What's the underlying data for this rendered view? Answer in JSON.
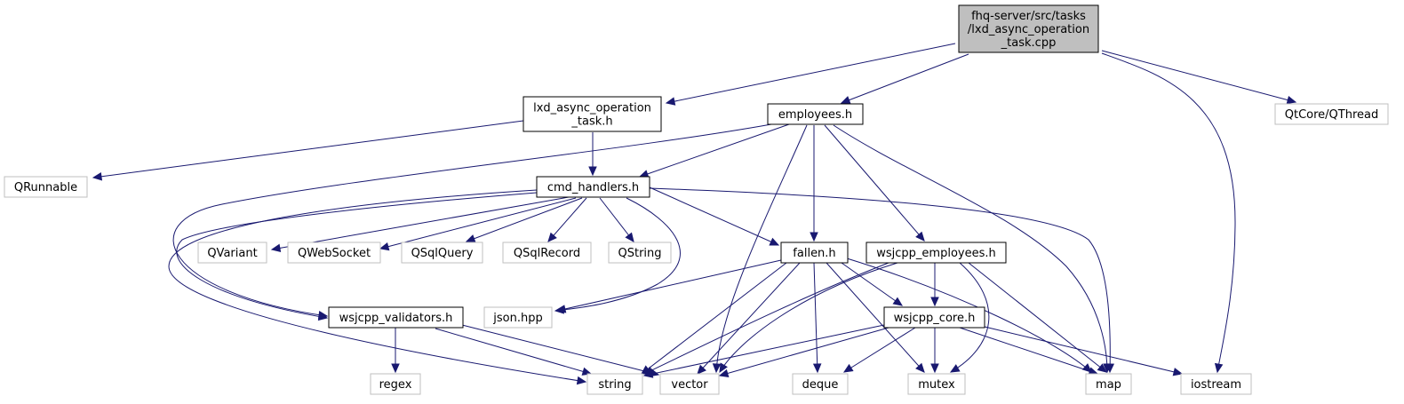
{
  "diagram": {
    "type": "include-dependency-graph",
    "edge_color": "#191970",
    "nodes": {
      "main": {
        "lines": [
          "fhq-server/src/tasks",
          "/lxd_async_operation",
          "_task.cpp"
        ],
        "style": "main"
      },
      "lxdh": {
        "lines": [
          "lxd_async_operation",
          "_task.h"
        ],
        "style": "local"
      },
      "emp": {
        "lines": [
          "employees.h"
        ],
        "style": "local"
      },
      "qthread": {
        "lines": [
          "QtCore/QThread"
        ],
        "style": "ext"
      },
      "qrunnable": {
        "lines": [
          "QRunnable"
        ],
        "style": "ext"
      },
      "cmd": {
        "lines": [
          "cmd_handlers.h"
        ],
        "style": "local"
      },
      "qvariant": {
        "lines": [
          "QVariant"
        ],
        "style": "ext"
      },
      "qwebsocket": {
        "lines": [
          "QWebSocket"
        ],
        "style": "ext"
      },
      "qsqlquery": {
        "lines": [
          "QSqlQuery"
        ],
        "style": "ext"
      },
      "qsqlrecord": {
        "lines": [
          "QSqlRecord"
        ],
        "style": "ext"
      },
      "qstring": {
        "lines": [
          "QString"
        ],
        "style": "ext"
      },
      "fallen": {
        "lines": [
          "fallen.h"
        ],
        "style": "local"
      },
      "wsemp": {
        "lines": [
          "wsjcpp_employees.h"
        ],
        "style": "local"
      },
      "jsonhpp": {
        "lines": [
          "json.hpp"
        ],
        "style": "ext"
      },
      "wsval": {
        "lines": [
          "wsjcpp_validators.h"
        ],
        "style": "local"
      },
      "wscore": {
        "lines": [
          "wsjcpp_core.h"
        ],
        "style": "local"
      },
      "regex": {
        "lines": [
          "regex"
        ],
        "style": "ext"
      },
      "string": {
        "lines": [
          "string"
        ],
        "style": "ext"
      },
      "vector": {
        "lines": [
          "vector"
        ],
        "style": "ext"
      },
      "deque": {
        "lines": [
          "deque"
        ],
        "style": "ext"
      },
      "mutex": {
        "lines": [
          "mutex"
        ],
        "style": "ext"
      },
      "map": {
        "lines": [
          "map"
        ],
        "style": "ext"
      },
      "iostream": {
        "lines": [
          "iostream"
        ],
        "style": "ext"
      }
    },
    "edges": [
      [
        "main",
        "lxdh"
      ],
      [
        "main",
        "emp"
      ],
      [
        "main",
        "qthread"
      ],
      [
        "main",
        "iostream"
      ],
      [
        "lxdh",
        "qrunnable"
      ],
      [
        "lxdh",
        "cmd"
      ],
      [
        "emp",
        "cmd"
      ],
      [
        "emp",
        "wsval"
      ],
      [
        "emp",
        "vector"
      ],
      [
        "emp",
        "fallen"
      ],
      [
        "emp",
        "wsemp"
      ],
      [
        "emp",
        "map"
      ],
      [
        "cmd",
        "qvariant"
      ],
      [
        "cmd",
        "qwebsocket"
      ],
      [
        "cmd",
        "qsqlquery"
      ],
      [
        "cmd",
        "qsqlrecord"
      ],
      [
        "cmd",
        "qstring"
      ],
      [
        "cmd",
        "fallen"
      ],
      [
        "cmd",
        "jsonhpp"
      ],
      [
        "cmd",
        "map"
      ],
      [
        "cmd",
        "wsval"
      ],
      [
        "cmd",
        "string"
      ],
      [
        "fallen",
        "jsonhpp"
      ],
      [
        "fallen",
        "string"
      ],
      [
        "fallen",
        "vector"
      ],
      [
        "fallen",
        "deque"
      ],
      [
        "fallen",
        "mutex"
      ],
      [
        "fallen",
        "wscore"
      ],
      [
        "fallen",
        "map"
      ],
      [
        "wsemp",
        "wscore"
      ],
      [
        "wsemp",
        "string"
      ],
      [
        "wsemp",
        "vector"
      ],
      [
        "wsemp",
        "mutex"
      ],
      [
        "wsemp",
        "map"
      ],
      [
        "wsval",
        "regex"
      ],
      [
        "wsval",
        "string"
      ],
      [
        "wsval",
        "vector"
      ],
      [
        "wscore",
        "string"
      ],
      [
        "wscore",
        "vector"
      ],
      [
        "wscore",
        "deque"
      ],
      [
        "wscore",
        "mutex"
      ],
      [
        "wscore",
        "map"
      ],
      [
        "wscore",
        "iostream"
      ]
    ]
  }
}
